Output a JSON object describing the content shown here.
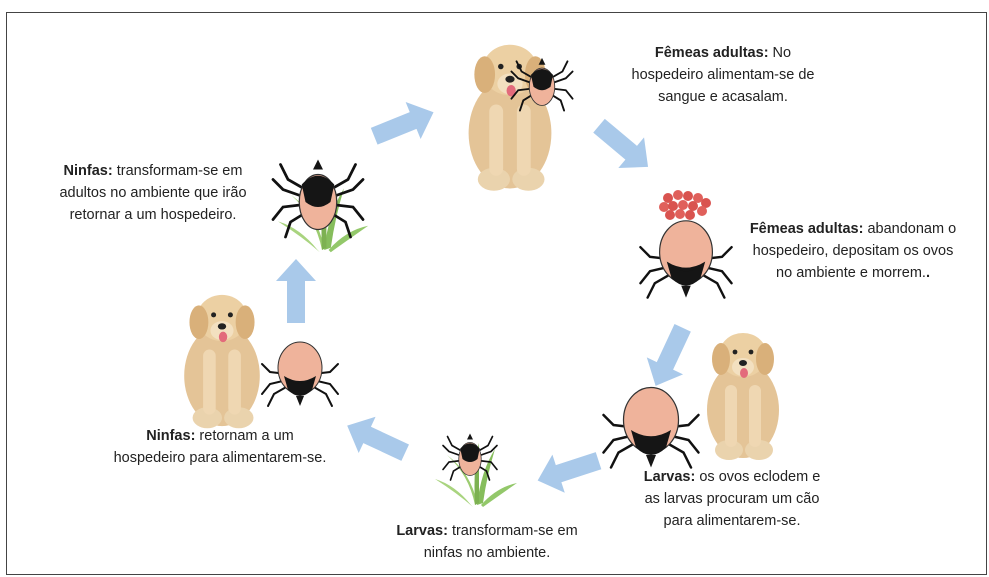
{
  "stages": [
    {
      "id": "adult-on-host",
      "title": "Fêmeas adultas:",
      "text_lines": [
        " No",
        "hospedeiro alimentam-se de",
        "sangue e acasalam."
      ]
    },
    {
      "id": "adult-off-host",
      "title": "Fêmeas adultas:",
      "text_lines": [
        " abandonam o",
        "hospedeiro, depositam os ovos",
        "no ambiente e morrem."
      ],
      "trailing_bold": "."
    },
    {
      "id": "larvae-hatch",
      "title": "Larvas:",
      "text_lines": [
        " os ovos eclodem e",
        "as larvas procuram um cão",
        "para alimentarem-se."
      ]
    },
    {
      "id": "larvae-molt",
      "title": "Larvas:",
      "text_lines": [
        " transformam-se em",
        "ninfas no ambiente."
      ]
    },
    {
      "id": "nymph-feed",
      "title": "Ninfas:",
      "text_lines": [
        " retornam a um",
        "hospedeiro para alimentarem-se."
      ]
    },
    {
      "id": "nymph-molt",
      "title": "Ninfas:",
      "text_lines": [
        " transformam-se em",
        "adultos no ambiente que irão",
        "retornar a um hospedeiro."
      ]
    }
  ],
  "colors": {
    "arrow": "#a9c9ea",
    "tick_body": "#efb39b",
    "tick_shield": "#151515",
    "grass": "#8fc46a",
    "egg": "#d9534f",
    "dog_fur": "#e8c99a"
  }
}
